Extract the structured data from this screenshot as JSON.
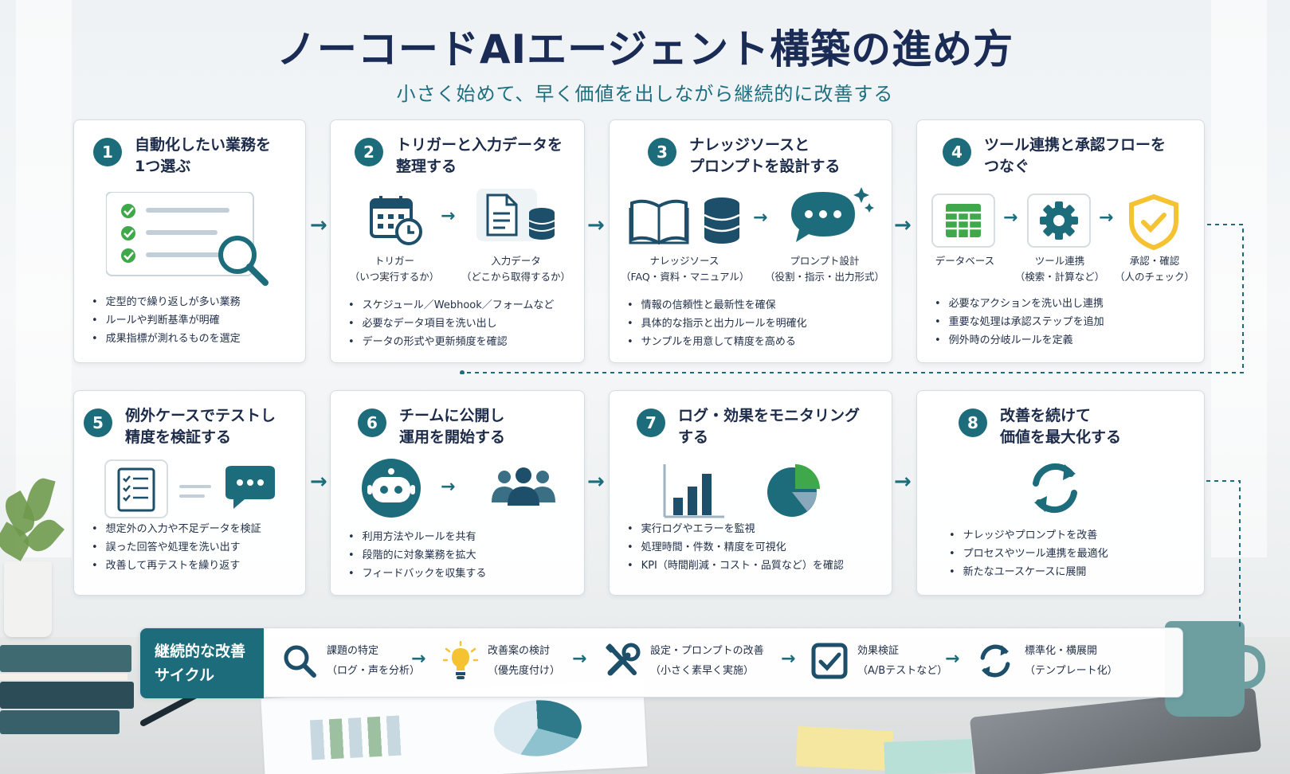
{
  "title": "ノーコードAIエージェント構築の進め方",
  "subtitle": "小さく始めて、早く価値を出しながら継続的に改善する",
  "colors": {
    "primary": "#1d6c7c",
    "navy": "#1a2b55",
    "green": "#3ea84a",
    "yellow": "#f5c232"
  },
  "steps": [
    {
      "num": "1",
      "title1": "自動化したい業務を",
      "title2": "1つ選ぶ",
      "icons": [
        "checklist-icon",
        "magnifier-icon"
      ],
      "bullets": [
        "定型的で繰り返しが多い業務",
        "ルールや判断基準が明確",
        "成果指標が測れるものを選定"
      ]
    },
    {
      "num": "2",
      "title1": "トリガーと入力データを",
      "title2": "整理する",
      "labels": [
        [
          "トリガー",
          "（いつ実行するか）"
        ],
        [
          "入力データ",
          "（どこから取得するか）"
        ]
      ],
      "icons": [
        "calendar-clock-icon",
        "document-database-icon"
      ],
      "bullets": [
        "スケジュール／Webhook／フォームなど",
        "必要なデータ項目を洗い出し",
        "データの形式や更新頻度を確認"
      ]
    },
    {
      "num": "3",
      "title1": "ナレッジソースと",
      "title2": "プロンプトを設計する",
      "labels": [
        [
          "ナレッジソース",
          "（FAQ・資料・マニュアル）"
        ],
        [
          "プロンプト設計",
          "（役割・指示・出力形式）"
        ]
      ],
      "icons": [
        "book-icon",
        "database-icon",
        "chat-bubble-icon"
      ],
      "bullets": [
        "情報の信頼性と最新性を確保",
        "具体的な指示と出力ルールを明確化",
        "サンプルを用意して精度を高める"
      ]
    },
    {
      "num": "4",
      "title1": "ツール連携と承認フローを",
      "title2": "つなぐ",
      "labels": [
        [
          "データベース",
          ""
        ],
        [
          "ツール連携",
          "（検索・計算など）"
        ],
        [
          "承認・確認",
          "（人のチェック）"
        ]
      ],
      "icons": [
        "spreadsheet-icon",
        "gear-icon",
        "shield-check-icon"
      ],
      "bullets": [
        "必要なアクションを洗い出し連携",
        "重要な処理は承認ステップを追加",
        "例外時の分岐ルールを定義"
      ]
    },
    {
      "num": "5",
      "title1": "例外ケースでテストし",
      "title2": "精度を検証する",
      "icons": [
        "checklist-doc-icon",
        "chat-bubble-icon"
      ],
      "bullets": [
        "想定外の入力や不足データを検証",
        "誤った回答や処理を洗い出す",
        "改善して再テストを繰り返す"
      ]
    },
    {
      "num": "6",
      "title1": "チームに公開し",
      "title2": "運用を開始する",
      "icons": [
        "robot-icon",
        "team-icon"
      ],
      "bullets": [
        "利用方法やルールを共有",
        "段階的に対象業務を拡大",
        "フィードバックを収集する"
      ]
    },
    {
      "num": "7",
      "title1": "ログ・効果をモニタリング",
      "title2": "する",
      "icons": [
        "bar-chart-icon",
        "pie-chart-icon"
      ],
      "bullets": [
        "実行ログやエラーを監視",
        "処理時間・件数・精度を可視化",
        "KPI（時間削減・コスト・品質など）を確認"
      ]
    },
    {
      "num": "8",
      "title1": "改善を続けて",
      "title2": "価値を最大化する",
      "icons": [
        "refresh-icon"
      ],
      "bullets": [
        "ナレッジやプロンプトを改善",
        "プロセスやツール連携を最適化",
        "新たなユースケースに展開"
      ]
    }
  ],
  "cycle": {
    "label1": "継続的な改善",
    "label2": "サイクル",
    "items": [
      {
        "t1": "課題の特定",
        "t2": "（ログ・声を分析）",
        "icon": "search-icon"
      },
      {
        "t1": "改善案の検討",
        "t2": "（優先度付け）",
        "icon": "lightbulb-icon"
      },
      {
        "t1": "設定・プロンプトの改善",
        "t2": "（小さく素早く実施）",
        "icon": "tools-icon"
      },
      {
        "t1": "効果検証",
        "t2": "（A/Bテストなど）",
        "icon": "checkbox-icon"
      },
      {
        "t1": "標準化・横展開",
        "t2": "（テンプレート化）",
        "icon": "refresh-icon"
      }
    ]
  }
}
